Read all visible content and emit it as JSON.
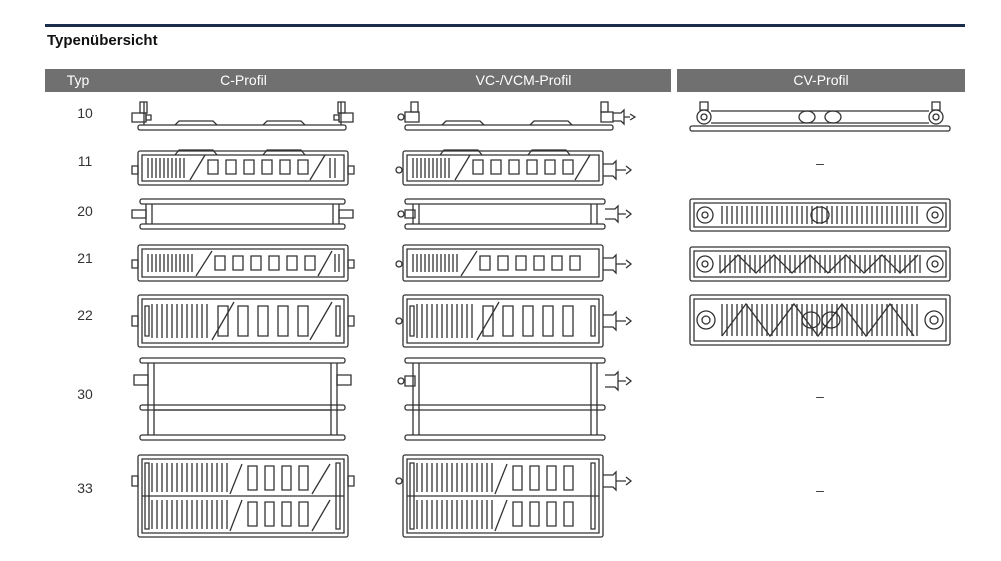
{
  "page": {
    "title": "Typenübersicht"
  },
  "table": {
    "headers": {
      "typ": "Typ",
      "c_profil": "C-Profil",
      "vc_profil": "VC-/VCM-Profil",
      "cv_profil": "CV-Profil"
    },
    "rows": [
      {
        "typ": "10",
        "cv": ""
      },
      {
        "typ": "11",
        "cv": "–"
      },
      {
        "typ": "20",
        "cv": ""
      },
      {
        "typ": "21",
        "cv": ""
      },
      {
        "typ": "22",
        "cv": ""
      },
      {
        "typ": "30",
        "cv": "–"
      },
      {
        "typ": "33",
        "cv": "–"
      }
    ]
  },
  "colors": {
    "header_bg": "#707070",
    "header_text": "#ffffff",
    "top_rule": "#1b2d4a",
    "drawing_line": "#333333"
  }
}
